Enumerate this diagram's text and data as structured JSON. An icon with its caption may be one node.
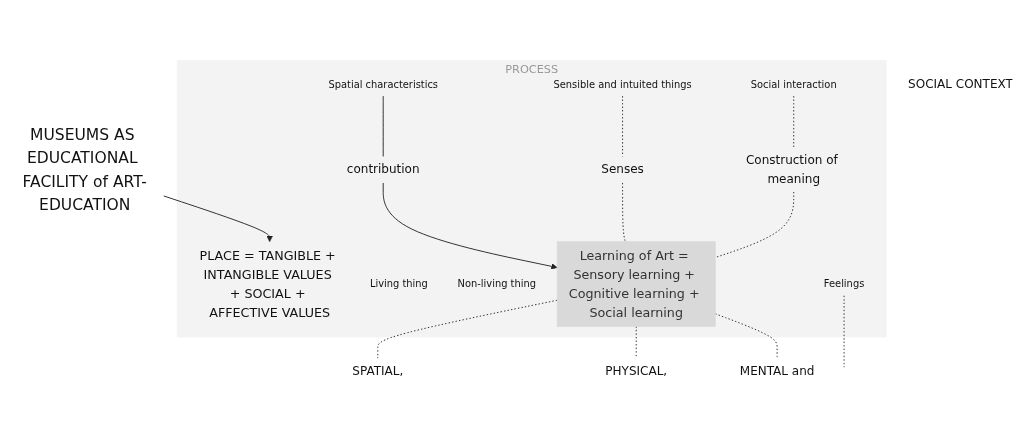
{
  "diagram": {
    "nodes": [
      {
        "text": [
          "MUSEUMS AS EDUCATIONAL FACILITY of ART-EDUCATION"
        ]
      },
      {
        "text": [
          "PROCESS"
        ]
      },
      {
        "text": [
          "PLACE = TANGIBLE + INTANGIBLE VALUES + SOCIAL + AFFECTIVE VALUES"
        ],
        "in": 1
      },
      {
        "text": [
          "Spatial characteristics"
        ],
        "in": 1
      },
      {
        "text": [
          "Living thing"
        ],
        "in": 1
      },
      {
        "text": [
          "Non-living thing"
        ],
        "in": 1
      },
      {
        "text": [
          "Sensible and intuited things"
        ],
        "in": 1
      },
      {
        "text": [
          "Social interaction"
        ],
        "in": 1
      },
      {
        "text": [
          "Feelings"
        ],
        "in": 1
      },
      {
        "text": [
          "contribution"
        ],
        "in": 1
      },
      {
        "text": [
          "Senses"
        ],
        "in": 1
      },
      {
        "text": [
          "Construction of meaning"
        ],
        "in": 1
      },
      {
        "text": [
          "Learning of Art = Sensory learning + Cognitive learning + Social learning"
        ],
        "in": 1
      },
      {
        "text": [
          "SPATIAL,"
        ]
      },
      {
        "text": [
          "PHYSICAL,"
        ]
      },
      {
        "text": [
          "MENTAL and"
        ]
      },
      {
        "text": [
          "SOCIAL CONTEXT"
        ]
      }
    ],
    "edges": [
      {
        "from": 0,
        "to": 2,
        "arrow": "to"
      },
      {
        "from": 3,
        "to": 9,
        "arrow": "none"
      },
      {
        "from": 9,
        "to": 12,
        "arrow": "to"
      },
      {
        "from": 6,
        "to": 10,
        "arrow": "none",
        "style": "dashed"
      },
      {
        "from": 7,
        "to": 11,
        "arrow": "none",
        "style": "dashed"
      },
      {
        "from": 8,
        "to": null,
        "arrow": "none",
        "style": "dashed"
      },
      {
        "from": 10,
        "to": 12,
        "arrow": "none",
        "style": "dashed"
      },
      {
        "from": 11,
        "to": 12,
        "arrow": "none",
        "style": "dashed"
      },
      {
        "from": 12,
        "to": 13,
        "arrow": "none",
        "style": "dashed"
      },
      {
        "from": 12,
        "to": 14,
        "arrow": "none",
        "style": "dashed"
      },
      {
        "from": 12,
        "to": 15,
        "arrow": "none",
        "style": "dashed"
      }
    ]
  }
}
